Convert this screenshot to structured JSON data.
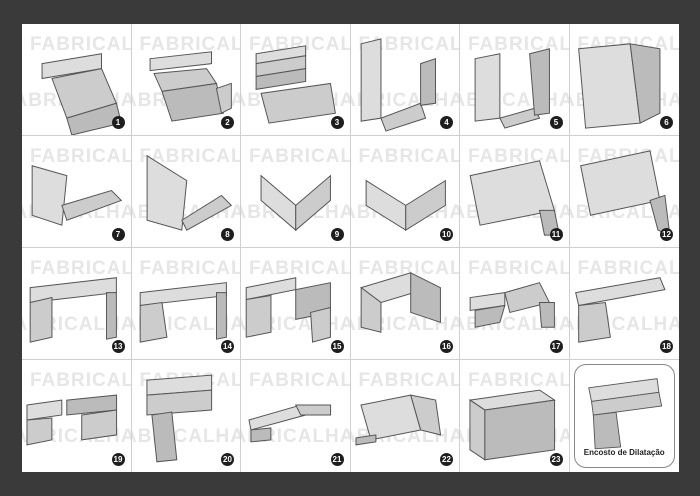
{
  "watermark": "FABRICALHAS",
  "items": [
    {
      "number": "1"
    },
    {
      "number": "2"
    },
    {
      "number": "3"
    },
    {
      "number": "4"
    },
    {
      "number": "5"
    },
    {
      "number": "6"
    },
    {
      "number": "7"
    },
    {
      "number": "8"
    },
    {
      "number": "9"
    },
    {
      "number": "10"
    },
    {
      "number": "11"
    },
    {
      "number": "12"
    },
    {
      "number": "13"
    },
    {
      "number": "14"
    },
    {
      "number": "15"
    },
    {
      "number": "16"
    },
    {
      "number": "17"
    },
    {
      "number": "18"
    },
    {
      "number": "19"
    },
    {
      "number": "20"
    },
    {
      "number": "21"
    },
    {
      "number": "22"
    },
    {
      "number": "23"
    }
  ],
  "special_item": {
    "label": "Encosto de Dilatação"
  }
}
